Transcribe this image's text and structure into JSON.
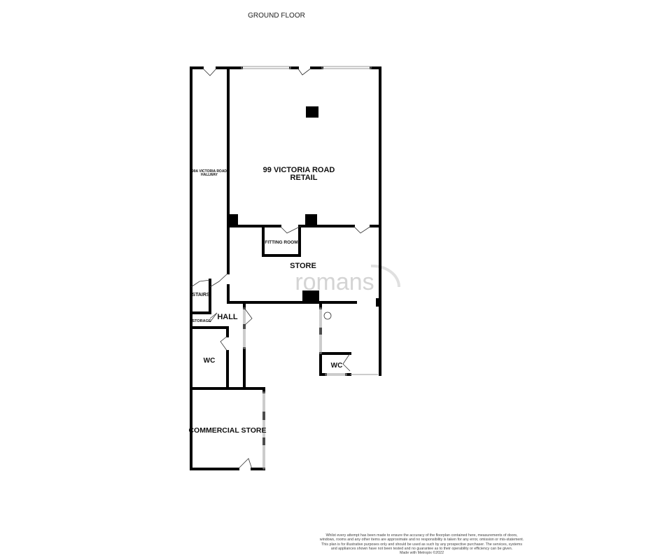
{
  "title": "GROUND FLOOR",
  "rooms": {
    "retail_line1": "99 VICTORIA ROAD",
    "retail_line2": "RETAIL",
    "hallway_line1": "99A VICTORIA ROAD",
    "hallway_line2": "HALLWAY",
    "fitting_room": "FITTING ROOM",
    "store": "STORE",
    "stairs": "STAIRS",
    "storage": "STORAGE",
    "hall": "HALL",
    "wc_left": "WC",
    "wc_right": "WC",
    "commercial_store": "COMMERCIAL STORE"
  },
  "watermark": "romans",
  "disclaimer": "Whilst every attempt has been made to ensure the accuracy of the floorplan contained here, measurements of doors, windows, rooms and any other items are approximate and no responsibility is taken for any error, omission or mis-statement. This plan is for illustrative purposes only and should be used as such by any prospective purchaser. The services, systems and appliances shown have not been tested and no guarantee as to their operability or efficiency can be given.",
  "made_with": "Made with Metropix ©2022",
  "colors": {
    "wall": "#000000",
    "watermark": "#d0d0d0"
  }
}
